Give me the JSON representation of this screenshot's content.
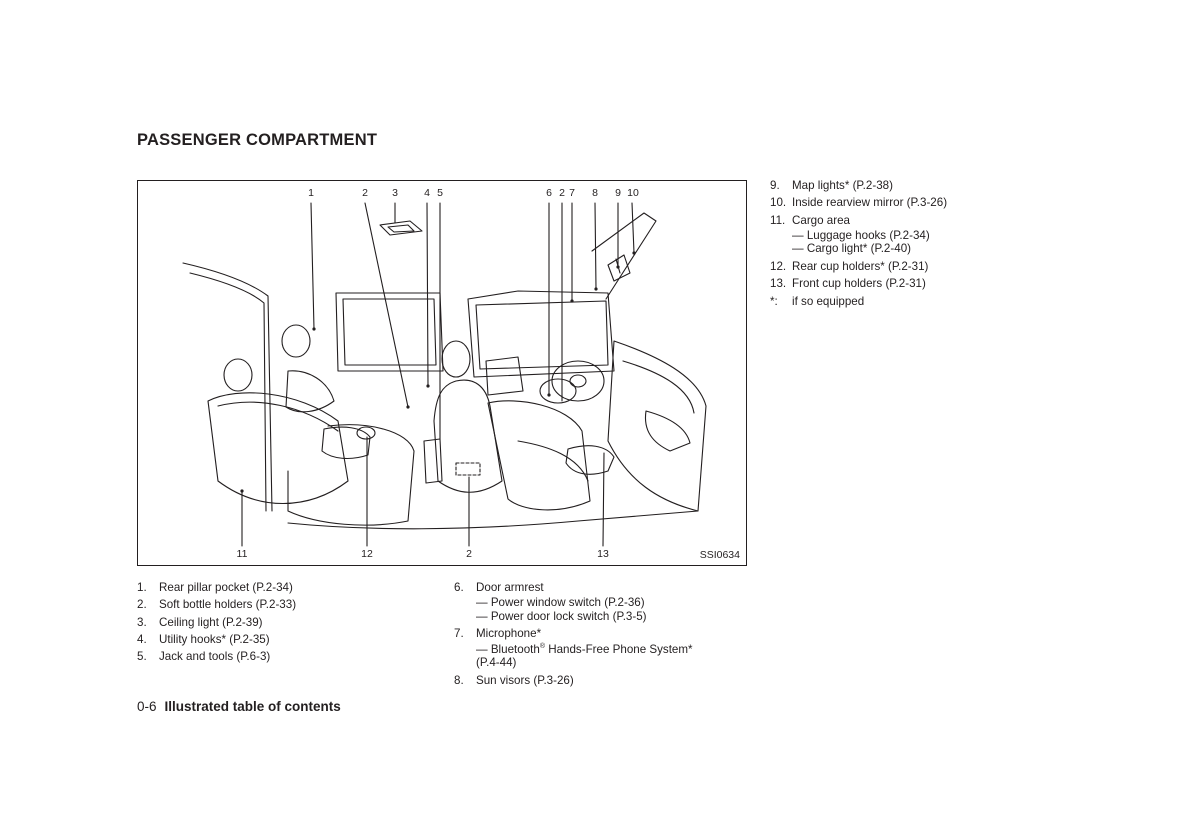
{
  "heading": "PASSENGER COMPARTMENT",
  "figure": {
    "code": "SSI0634",
    "top_callouts": [
      "1",
      "2",
      "3",
      "4",
      "5",
      "6",
      "2",
      "7",
      "8",
      "9",
      "10"
    ],
    "bottom_callouts": [
      "11",
      "12",
      "2",
      "13"
    ]
  },
  "list_left": [
    {
      "num": "1.",
      "text": "Rear pillar pocket (P.2-34)"
    },
    {
      "num": "2.",
      "text": "Soft bottle holders (P.2-33)"
    },
    {
      "num": "3.",
      "text": "Ceiling light (P.2-39)"
    },
    {
      "num": "4.",
      "text": "Utility hooks* (P.2-35)"
    },
    {
      "num": "5.",
      "text": "Jack and tools (P.6-3)"
    }
  ],
  "list_mid": {
    "item6": {
      "num": "6.",
      "text": "Door armrest",
      "sub1": "— Power window switch (P.2-36)",
      "sub2": "— Power door lock switch (P.3-5)"
    },
    "item7": {
      "num": "7.",
      "text": "Microphone*",
      "sub1_pre": "— Bluetooth",
      "sub1_reg": "®",
      "sub1_post": " Hands-Free Phone System*",
      "sub2": "(P.4-44)"
    },
    "item8": {
      "num": "8.",
      "text": "Sun visors (P.3-26)"
    }
  },
  "list_right": {
    "item9": {
      "num": "9.",
      "text": "Map lights* (P.2-38)"
    },
    "item10": {
      "num": "10.",
      "text": "Inside rearview mirror (P.3-26)"
    },
    "item11": {
      "num": "11.",
      "text": "Cargo area",
      "sub1": "— Luggage hooks (P.2-34)",
      "sub2": "— Cargo light* (P.2-40)"
    },
    "item12": {
      "num": "12.",
      "text": "Rear cup holders* (P.2-31)"
    },
    "item13": {
      "num": "13.",
      "text": "Front cup holders (P.2-31)"
    },
    "note": {
      "num": "*:",
      "text": "if so equipped"
    }
  },
  "footer": {
    "page": "0-6",
    "section": "Illustrated table of contents"
  }
}
